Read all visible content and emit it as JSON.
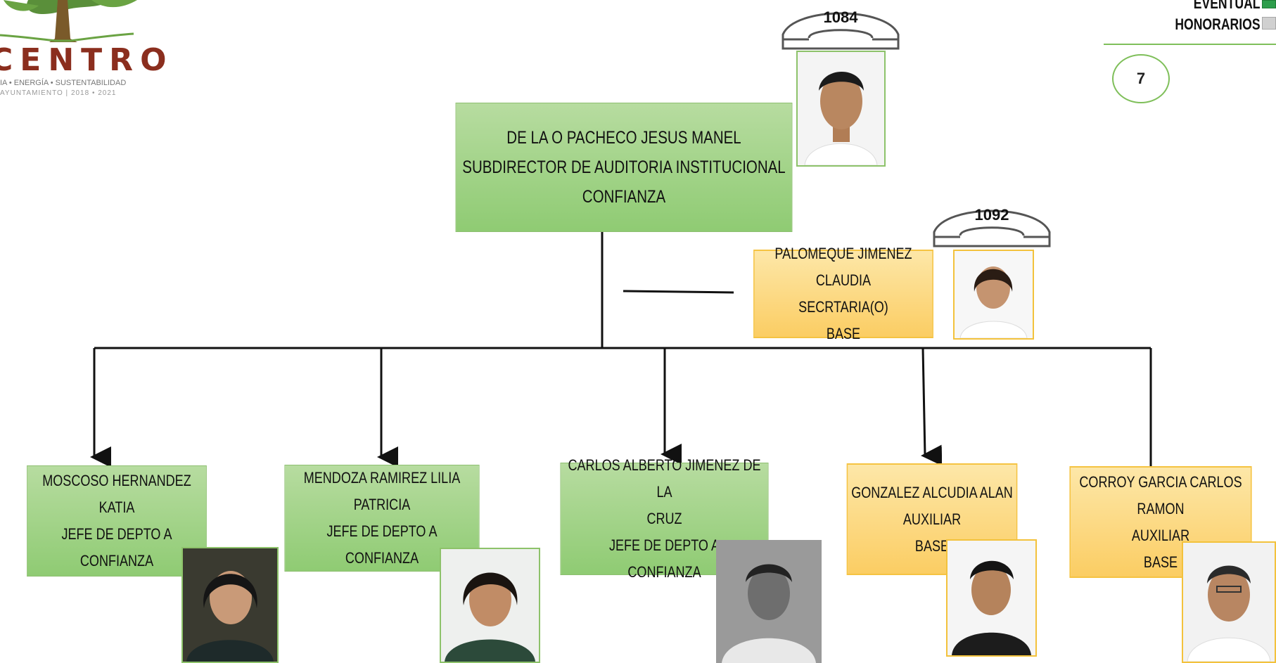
{
  "logo": {
    "wordmark": "CENTRO",
    "tagline_1": "IA • ENERGÍA • SUSTENTABILIDAD",
    "tagline_2": "AYUNTAMIENTO | 2018 • 2021"
  },
  "legend": {
    "items": [
      {
        "label": "EVENTUAL",
        "color": "#2e9e4c"
      },
      {
        "label": "HONORARIOS",
        "color": "#d0d0d0"
      }
    ],
    "page_number": "7"
  },
  "director": {
    "name": "DE LA O PACHECO JESUS MANEL",
    "role": "SUBDIRECTOR DE AUDITORIA INSTITUCIONAL",
    "type": "CONFIANZA",
    "extension": "1084"
  },
  "secretary": {
    "name": "PALOMEQUE JIMENEZ CLAUDIA",
    "role": "SECRTARIA(O)",
    "type": "BASE",
    "extension": "1092"
  },
  "staff": [
    {
      "line1": "MOSCOSO HERNANDEZ KATIA",
      "line2": "",
      "role": "JEFE DE DEPTO A",
      "type": "CONFIANZA"
    },
    {
      "line1": "MENDOZA RAMIREZ LILIA",
      "line2": "PATRICIA",
      "role": "JEFE DE DEPTO A",
      "type": "CONFIANZA"
    },
    {
      "line1": "CARLOS ALBERTO JIMENEZ DE LA",
      "line2": "CRUZ",
      "role": "JEFE DE DEPTO A",
      "type": "CONFIANZA"
    },
    {
      "line1": "GONZALEZ ALCUDIA ALAN",
      "line2": "",
      "role": "AUXILIAR",
      "type": "BASE"
    },
    {
      "line1": "CORROY GARCIA CARLOS",
      "line2": "RAMON",
      "role": "AUXILIAR",
      "type": "BASE"
    }
  ],
  "colors": {
    "confianza": "#9dd07f",
    "base": "#fcd77a"
  }
}
